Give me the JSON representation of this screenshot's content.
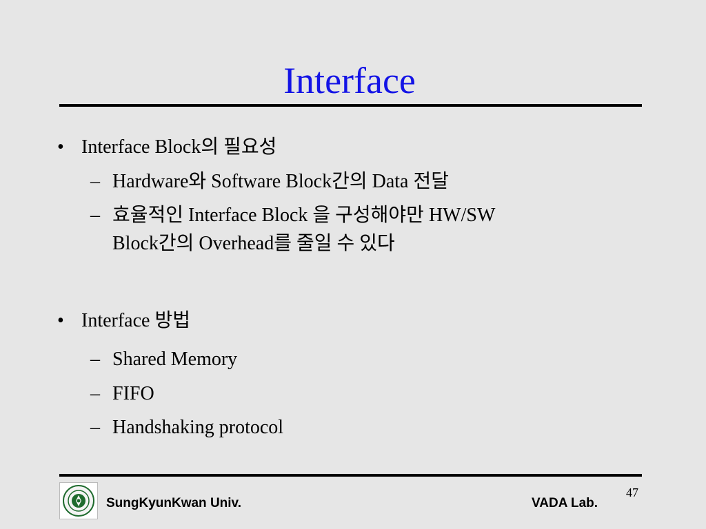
{
  "slide": {
    "title": "Interface",
    "page_number": "47"
  },
  "bullets": [
    {
      "marker": "•",
      "text": "Interface Block의 필요성",
      "sub": [
        {
          "marker": "–",
          "text": "Hardware와 Software Block간의 Data 전달"
        },
        {
          "marker": "–",
          "text": "효율적인 Interface Block 을 구성해야만 HW/SW",
          "continuation": "Block간의 Overhead를 줄일 수 있다"
        }
      ]
    },
    {
      "marker": "•",
      "text": "Interface 방법",
      "sub": [
        {
          "marker": "–",
          "text": "Shared Memory"
        },
        {
          "marker": "–",
          "text": "FIFO"
        },
        {
          "marker": "–",
          "text": "Handshaking protocol"
        }
      ]
    }
  ],
  "footer": {
    "left_text": "SungKyunKwan Univ.",
    "right_text": "VADA Lab.",
    "logo_icon": "university-seal-icon"
  },
  "colors": {
    "background": "#e6e6e6",
    "title": "#1414e6",
    "logo_green": "#1f6b2e"
  }
}
